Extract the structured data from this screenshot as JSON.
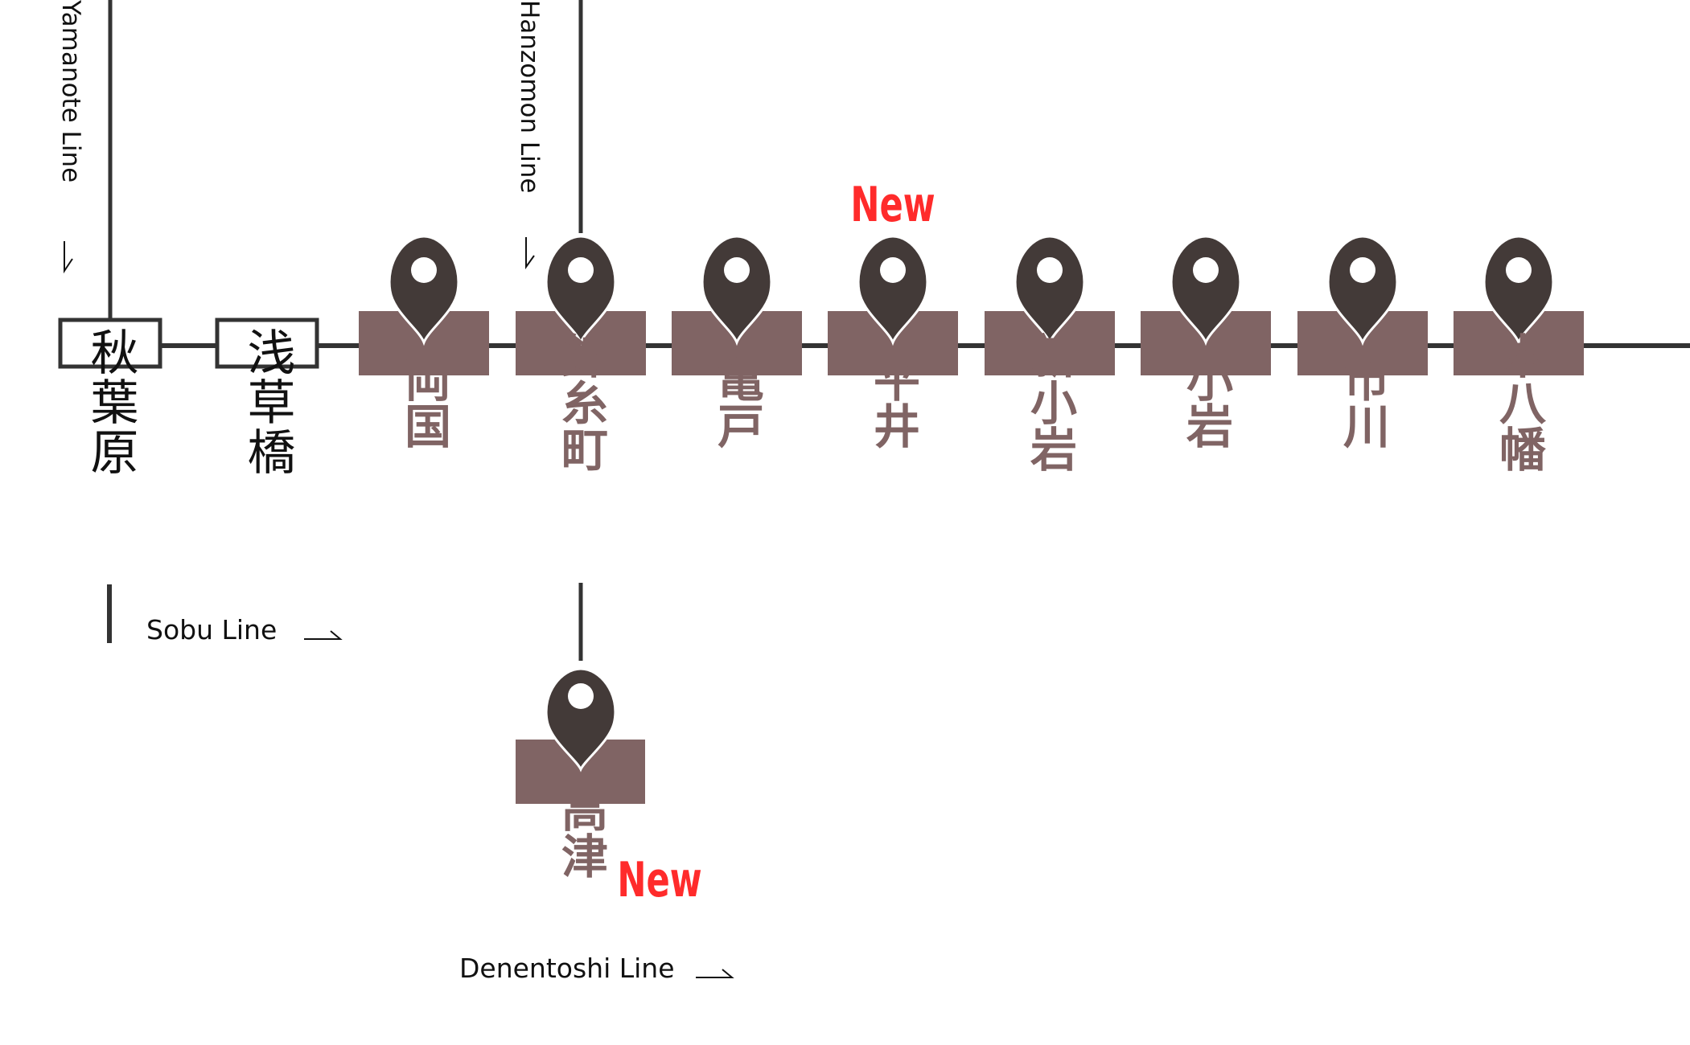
{
  "colors": {
    "line": "#333333",
    "marker": "#433a38",
    "store_station": "#806464",
    "plain_station_border": "#333333",
    "plain_station_fill": "#ffffff",
    "new_badge": "#ff2b2b",
    "plain_station_text": "#111111"
  },
  "lines": {
    "yamanote": "Yamanote Line",
    "hanzomon": "Hanzomon Line",
    "sobu": "Sobu Line",
    "denentoshi": "Denentoshi Line"
  },
  "new_badge": "New",
  "stations": [
    {
      "id": "akihabara",
      "name": "秋葉原",
      "store": false,
      "icon": "plain-station-box"
    },
    {
      "id": "asakusabashi",
      "name": "浅草橋",
      "store": false,
      "icon": "plain-station-box"
    },
    {
      "id": "ryogoku",
      "name": "両国",
      "store": true,
      "icon": "map-pin-icon"
    },
    {
      "id": "kinshicho",
      "name": "錦糸町",
      "store": true,
      "icon": "map-pin-icon"
    },
    {
      "id": "kameido",
      "name": "亀戸",
      "store": true,
      "icon": "map-pin-icon"
    },
    {
      "id": "hirai",
      "name": "平井",
      "store": true,
      "new": true,
      "icon": "map-pin-icon"
    },
    {
      "id": "shinkoiwa",
      "name": "新小岩",
      "store": true,
      "icon": "map-pin-icon"
    },
    {
      "id": "koiwa",
      "name": "小岩",
      "store": true,
      "icon": "map-pin-icon"
    },
    {
      "id": "ichikawa",
      "name": "市川",
      "store": true,
      "icon": "map-pin-icon"
    },
    {
      "id": "motoyawata",
      "name": "本八幡",
      "store": true,
      "icon": "map-pin-icon"
    },
    {
      "id": "takatsu",
      "name": "高津",
      "store": true,
      "new": true,
      "icon": "map-pin-icon"
    }
  ]
}
